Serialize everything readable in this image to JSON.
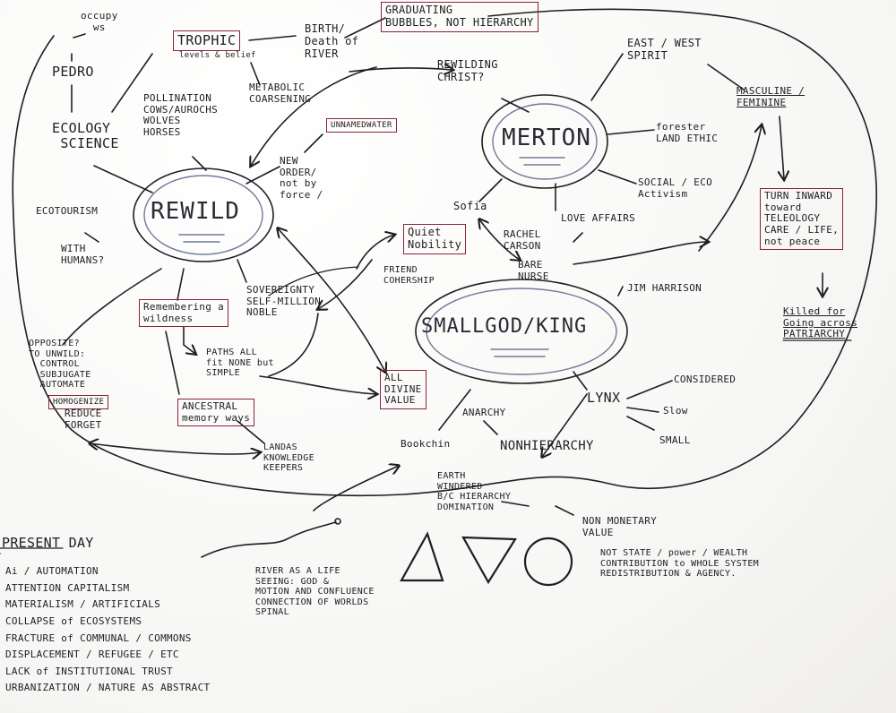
{
  "nodes": {
    "occupy": "occupy\n  ws",
    "pedro": "PEDRO",
    "ecology": "ECOLOGY\n SCIENCE",
    "trophic_title": "TROPHIC",
    "trophic_sub": "levels & belief",
    "birth": "BIRTH/\nDeath of\nRIVER",
    "grad": "GRADUATING\nBUBBLES, NOT HIERARCHY",
    "metabolic": "METABOLIC\nCOARSENING",
    "rewilding": "REWILDING\nCHRIST?",
    "east_west": "EAST / WEST\nSPIRIT",
    "masculine": "MASCULINE /\nFEMININE",
    "poison": "POLLINATION\nCOWS/AUROCHS\nWOLVES\nHORSES",
    "merton": "MERTON",
    "forester": "forester\nLAND ETHIC",
    "unnamed": "UNNAMEDWATER",
    "new_order": "NEW\nORDER/\nnot by\nforce /",
    "sofia": "Sofia",
    "social": "SOCIAL / ECO\nActivism",
    "ecotourism": "ECOTOURISM",
    "with_humans": "WITH\nHUMANS?",
    "rewild": "REWILD",
    "lovethings": "LOVE AFFAIRS",
    "rachel": "RACHEL\nCARSON",
    "quiet": "Quiet\nNobility",
    "turn_inward": "TURN INWARD\ntoward\nTELEOLOGY\nCARE / LIFE,\nnot peace",
    "friend": "FRIEND\nCOHERSHIP",
    "bare": "BARE\nNURSE",
    "jim": "JIM HARRISON",
    "remembering": "Remembering a\nwildness",
    "sovereignty": "SOVEREIGNTY\nSELF-MILLION\nNOBLE",
    "smallgod": "SMALLGOD/KING",
    "killed": "Killed for\nGoing across\nPATRIARCHY",
    "opposite": "OPPOSITE?\nTO UNWILD:\n  CONTROL\n  SUBJUGATE\n  AUTOMATE",
    "homogenize": "HOMOGENIZE",
    "reduce": "REDUCE\nFORGET",
    "paths": "PATHS ALL\nfit NONE but\nSIMPLE",
    "ancestral": "ANCESTRAL\nmemory ways",
    "all_divine": "ALL\nDIVINE\nVALUE",
    "anarchy": "ANARCHY",
    "lynx": "LYNX",
    "considered": "CONSIDERED",
    "slow": "Slow",
    "small": "SMALL",
    "landas": "LANDAS\nKNOWLEDGE\nKEEPERS",
    "bookchin": "Bookchin",
    "nonhierarchy": "NONHIERARCHY",
    "earth": "EARTH\nWINDERED\nB/C HIERARCHY\nDOMINATION",
    "nonmonetary": "NON MONETARY\nVALUE",
    "river": "RIVER AS A LIFE\nSEEING: GOD &\nMOTION AND CONFLUENCE\nCONNECTION OF WORLDS\nSPINAL",
    "not_state": "NOT STATE / power / WEALTH\nCONTRIBUTION to WHOLE SYSTEM\nREDISTRIBUTION & AGENCY."
  },
  "present_day": {
    "title": "PRESENT DAY",
    "items": [
      "Ai / AUTOMATION",
      "ATTENTION CAPITALISM",
      "MATERIALISM / ARTIFICIALS",
      "COLLAPSE of ECOSYSTEMS",
      "FRACTURE of COMMUNAL / COMMONS",
      "DISPLACEMENT / REFUGEE / ETC",
      "LACK of INSTITUTIONAL TRUST",
      "URBANIZATION / NATURE AS ABSTRACT"
    ]
  },
  "colors": {
    "ink": "#1e1e22",
    "box": "#8a2433",
    "ellipse": "#6f7a99"
  }
}
